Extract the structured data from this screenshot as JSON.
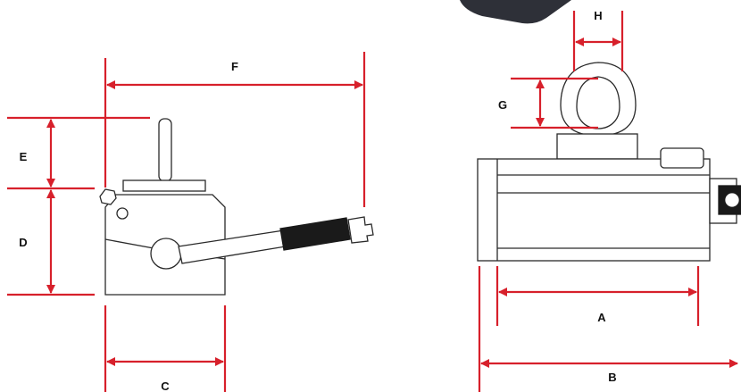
{
  "colors": {
    "dimension": "#d7202b",
    "outline": "#2a2a2a",
    "fill": "#ffffff",
    "handle_grip": "#1a1a1a",
    "top_shadow": "#2e3038"
  },
  "labels": {
    "A": "A",
    "B": "B",
    "C": "C",
    "D": "D",
    "E": "E",
    "F": "F",
    "G": "G",
    "H": "H"
  }
}
